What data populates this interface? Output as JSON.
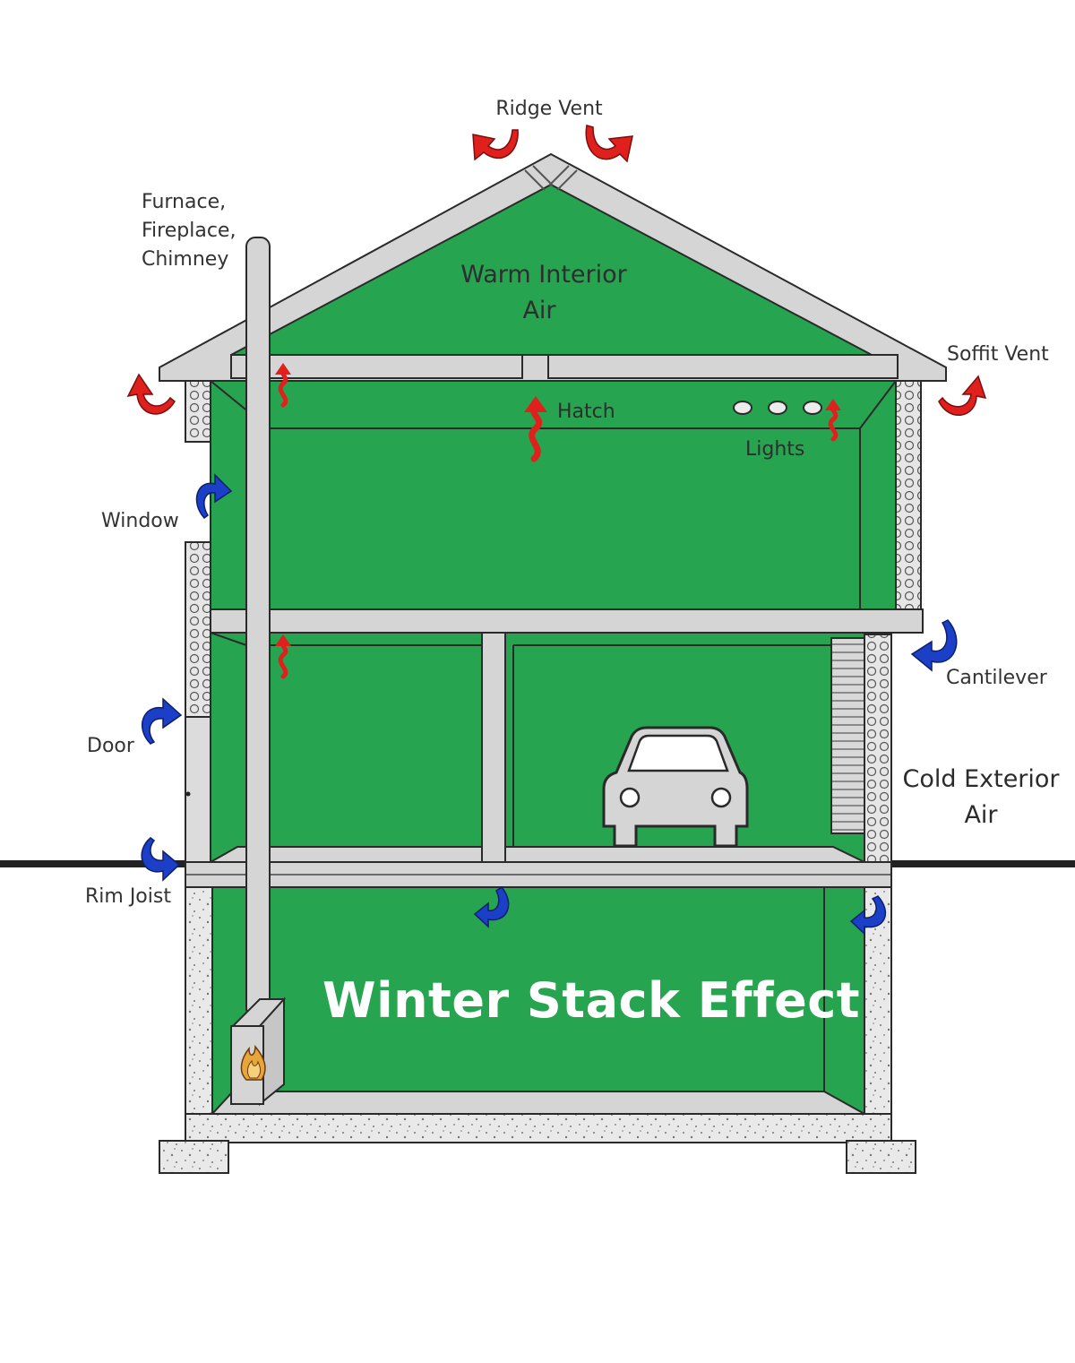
{
  "labels": {
    "ridge_vent": "Ridge Vent",
    "furnace_line1": "Furnace,",
    "furnace_line2": "Fireplace,",
    "furnace_line3": "Chimney",
    "warm_air_line1": "Warm Interior",
    "warm_air_line2": "Air",
    "soffit_vent": "Soffit Vent",
    "hatch": "Hatch",
    "lights": "Lights",
    "window": "Window",
    "cantilever": "Cantilever",
    "door": "Door",
    "cold_air_line1": "Cold Exterior",
    "cold_air_line2": "Air",
    "rim_joist": "Rim Joist",
    "title": "Winter Stack Effect"
  },
  "colors": {
    "interior": "#27a450",
    "structure": "#d5d5d5",
    "outline": "#2a2a2a",
    "warm_air_arrow": "#e0201c",
    "cold_air_arrow": "#1b3fc6",
    "ground": "#222222"
  },
  "icons": [
    "warm-air-arrow-icon",
    "cold-air-arrow-icon",
    "car-icon",
    "flame-icon"
  ]
}
